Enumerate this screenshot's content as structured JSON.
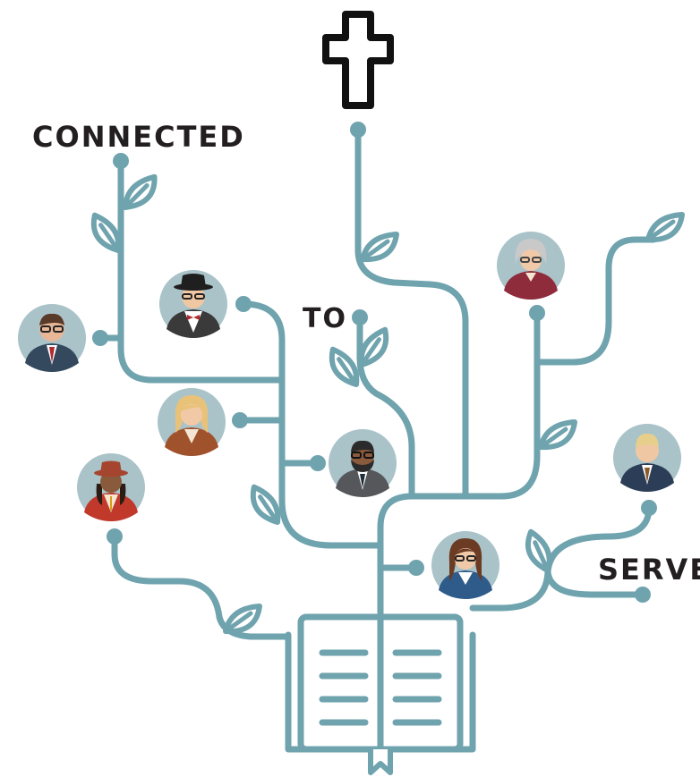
{
  "labels": {
    "connected": "CONNECTED",
    "to": "TO",
    "serve": "SERVE"
  },
  "colors": {
    "branch": "#6fa3ae",
    "leaf_fill": "#ffffff",
    "cross": "#111111",
    "text": "#231f20",
    "avatar_bg": "#a9c3c9"
  },
  "icons": {
    "cross": "cross-icon",
    "book": "open-book-icon"
  },
  "people": [
    "person-glasses-red-tie",
    "person-black-hat-bowtie",
    "person-blonde-woman",
    "person-bearded-man-glasses",
    "person-woman-red-hat",
    "person-elderly-woman",
    "person-blond-man-suit",
    "person-woman-glasses-brown-hair"
  ]
}
